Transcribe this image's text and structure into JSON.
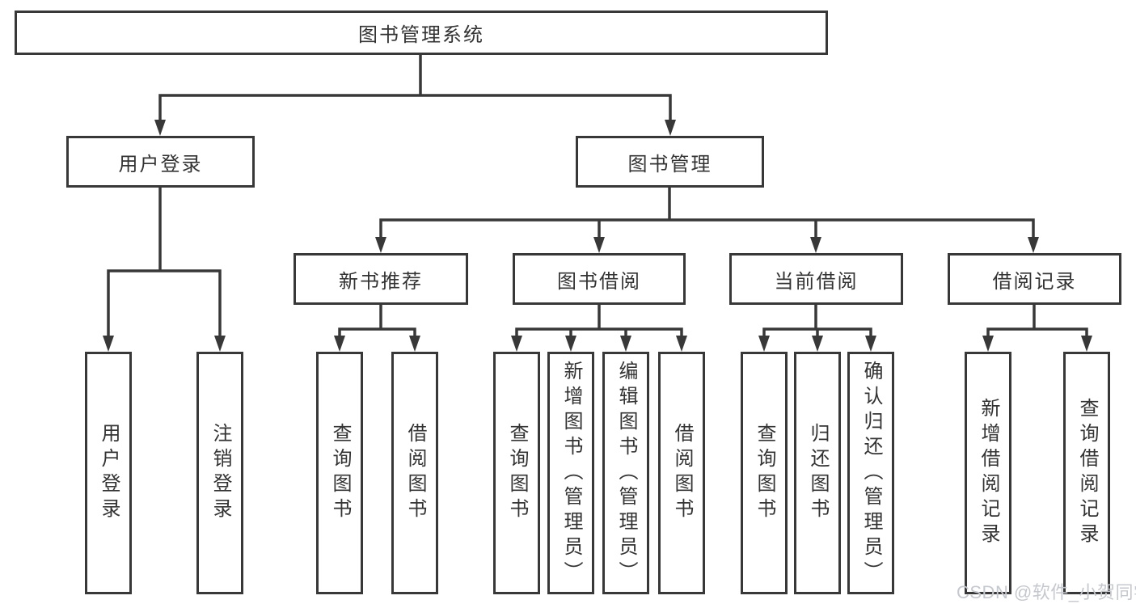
{
  "nodes": {
    "root": "图书管理系统",
    "level1": {
      "user_login": "用户登录",
      "book_management": "图书管理"
    },
    "level2": {
      "new_book_recommend": "新书推荐",
      "book_borrow": "图书借阅",
      "current_borrow": "当前借阅",
      "borrow_record": "借阅记录"
    },
    "leaves": {
      "login_login": "用户登录",
      "login_logout": "注销登录",
      "recommend_query": "查询图书",
      "recommend_borrow": "借阅图书",
      "borrow_query": "查询图书",
      "borrow_add": "新增图书（管理员）",
      "borrow_edit": "编辑图书（管理员）",
      "borrow_borrow": "借阅图书",
      "current_query": "查询图书",
      "current_return": "归还图书",
      "current_confirm": "确认归还（管理员）",
      "record_add": "新增借阅记录",
      "record_query": "查询借阅记录"
    }
  },
  "structure": {
    "图书管理系统": [
      "用户登录",
      "图书管理"
    ],
    "用户登录": [
      "用户登录",
      "注销登录"
    ],
    "图书管理": [
      "新书推荐",
      "图书借阅",
      "当前借阅",
      "借阅记录"
    ],
    "新书推荐": [
      "查询图书",
      "借阅图书"
    ],
    "图书借阅": [
      "查询图书",
      "新增图书（管理员）",
      "编辑图书（管理员）",
      "借阅图书"
    ],
    "当前借阅": [
      "查询图书",
      "归还图书",
      "确认归还（管理员）"
    ],
    "借阅记录": [
      "新增借阅记录",
      "查询借阅记录"
    ]
  },
  "watermark": "CSDN @软件_小贺同学",
  "colors": {
    "line": "#383838",
    "text": "#333333",
    "watermark": "#c5c8ce",
    "background": "#ffffff"
  }
}
